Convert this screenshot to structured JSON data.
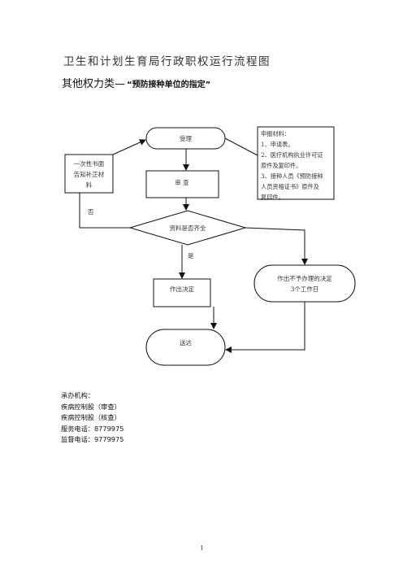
{
  "header": {
    "title": "卫生和计划生育局行政职权运行流程图",
    "subtitle_prefix": "其他权力类—",
    "subtitle_quote": "“预防接种单位的指定”"
  },
  "flowchart": {
    "accept": "受理",
    "review": "审 查",
    "decision": "资料是否齐全",
    "notify_line1": "一次性书面",
    "notify_line2": "告知补正材",
    "notify_line3": "料",
    "no_label": "否",
    "yes_label": "是",
    "make_decision": "作出决定",
    "reject_line1": "作出不予办理的决定",
    "reject_line2": "3个工作日",
    "deliver": "送达",
    "materials": [
      "申报材料：",
      "1、申请表。",
      "2、医疗机构执业许可证",
      "原件及复印件。",
      "3、接种人员《预防接种",
      "人员资格证书》原件及",
      "复印件。"
    ]
  },
  "footer": {
    "dept_label": "承办机构：",
    "dept_review": "疾病控制股（审查）",
    "dept_check": "疾病控制股（核查）",
    "service_phone": "服务电话：8779975",
    "supervise_phone": "监督电话：9779975"
  },
  "page_number": "1"
}
